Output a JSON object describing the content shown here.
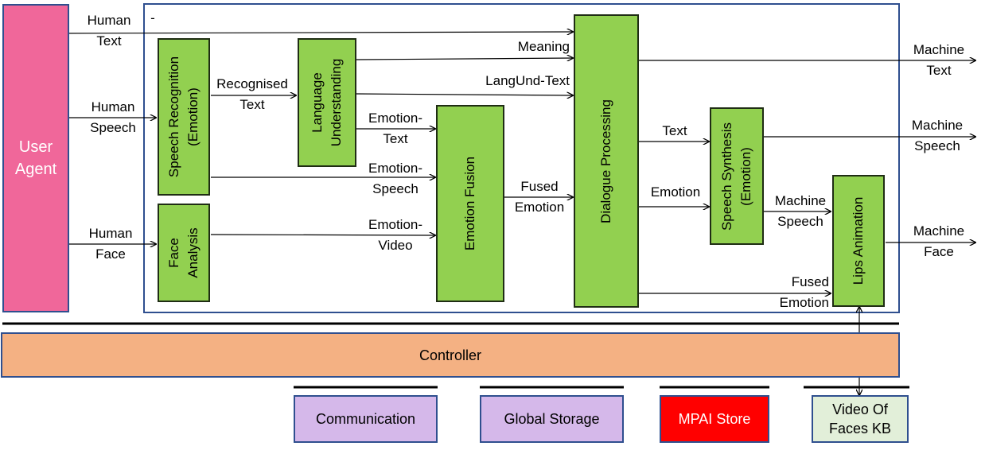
{
  "user_agent": {
    "label_lines": [
      "User",
      "Agent"
    ],
    "color": "#f0679a"
  },
  "controller": {
    "label": "Controller",
    "color": "#f4b183"
  },
  "modules": {
    "speech_recognition": [
      "Speech Recognition",
      "(Emotion)"
    ],
    "language_understanding": [
      "Language",
      "Understanding"
    ],
    "face_analysis": [
      "Face",
      "Analysis"
    ],
    "emotion_fusion": [
      "Emotion Fusion"
    ],
    "dialogue_processing": [
      "Dialogue Processing"
    ],
    "speech_synthesis": [
      "Speech Synthesis",
      "(Emotion)"
    ],
    "lips_animation": [
      "Lips Animation"
    ]
  },
  "bottom_modules": {
    "communication": "Communication",
    "global_storage": "Global Storage",
    "mpai_store": "MPAI Store",
    "video_kb": [
      "Video Of",
      "Faces KB"
    ]
  },
  "colors": {
    "module_green": "#92d050",
    "frame_blue": "#2f4f8f",
    "communication_purple": "#d5b8ea",
    "mpai_red": "#ff0000",
    "kb_green": "#e2efd9"
  },
  "labels": {
    "human_text": [
      "Human",
      "Text"
    ],
    "human_text_mark": "-",
    "human_speech": [
      "Human",
      "Speech"
    ],
    "human_face": [
      "Human",
      "Face"
    ],
    "recognised_text": [
      "Recognised",
      "Text"
    ],
    "meaning": "Meaning",
    "langund_text": "LangUnd-Text",
    "emotion_text": [
      "Emotion-",
      "Text"
    ],
    "emotion_speech": [
      "Emotion-",
      "Speech"
    ],
    "emotion_video": [
      "Emotion-",
      "Video"
    ],
    "fused_emotion_1": [
      "Fused",
      "Emotion"
    ],
    "text_dp": "Text",
    "emotion_dp": "Emotion",
    "machine_speech_mid": [
      "Machine",
      "Speech"
    ],
    "fused_emotion_2": [
      "Fused",
      "Emotion"
    ],
    "machine_text": [
      "Machine",
      "Text"
    ],
    "machine_speech_out": [
      "Machine",
      "Speech"
    ],
    "machine_face": [
      "Machine",
      "Face"
    ]
  }
}
